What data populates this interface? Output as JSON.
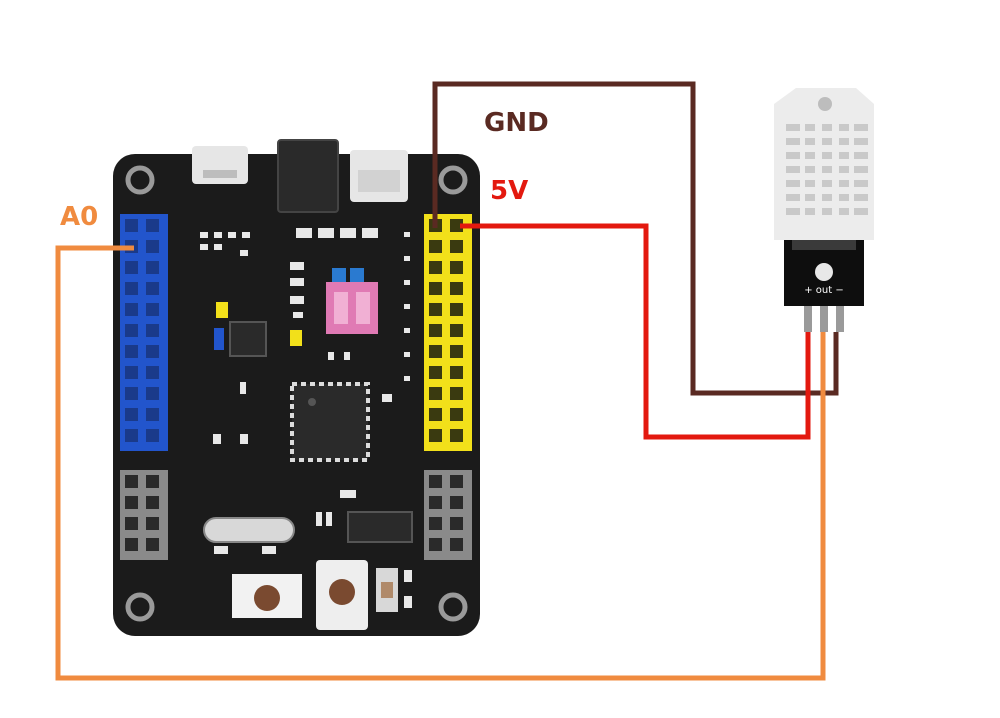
{
  "labels": {
    "gnd": "GND",
    "vcc": "5V",
    "analog": "A0",
    "sensor_pins": "+ out −"
  },
  "colors": {
    "gnd_wire": "#5a2a22",
    "vcc_wire": "#e3190f",
    "signal_wire": "#f08b3f",
    "board": "#1b1b1b",
    "left_header": "#2255cc",
    "right_header": "#f2e01a",
    "grey_header": "#8a8a8a",
    "sensor_body": "#ececec"
  },
  "board": {
    "left_header": {
      "rows": 11,
      "cols": 2
    },
    "right_header": {
      "rows": 11,
      "cols": 2
    },
    "lower_left_header": {
      "rows": 4,
      "cols": 2
    },
    "lower_right_header": {
      "rows": 4,
      "cols": 2
    }
  },
  "sensor": {
    "name_icon": "dht-temperature-humidity-sensor-icon",
    "pin_count": 3
  }
}
